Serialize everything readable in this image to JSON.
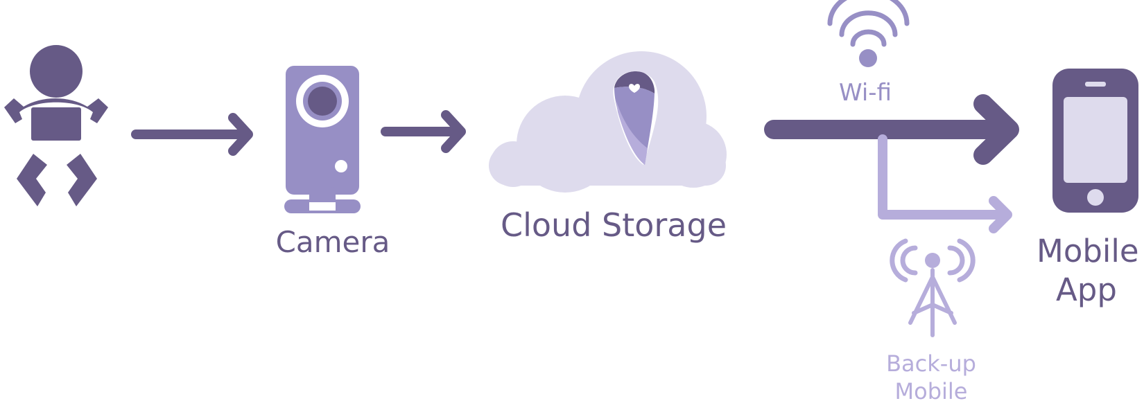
{
  "diagram": {
    "nodes": {
      "baby": {
        "icon": "baby-icon"
      },
      "camera": {
        "icon": "camera-icon",
        "label": "Camera"
      },
      "cloud": {
        "icon": "cloud-icon",
        "label": "Cloud Storage"
      },
      "wifi": {
        "icon": "wifi-icon",
        "label": "Wi-fi"
      },
      "backup": {
        "icon": "cell-tower-icon",
        "label_line1": "Back-up",
        "label_line2": "Mobile"
      },
      "mobile": {
        "icon": "smartphone-icon",
        "label_line1": "Mobile",
        "label_line2": "App"
      }
    },
    "edges": [
      {
        "from": "baby",
        "to": "camera"
      },
      {
        "from": "camera",
        "to": "cloud"
      },
      {
        "from": "cloud",
        "to": "mobile",
        "via": "wifi"
      },
      {
        "from": "cloud",
        "to": "mobile",
        "via": "backup"
      }
    ],
    "colors": {
      "dark": "#665a86",
      "medium": "#978fc5",
      "light": "#b6addb",
      "cloud_fill": "#dedbed",
      "white": "#ffffff"
    }
  }
}
